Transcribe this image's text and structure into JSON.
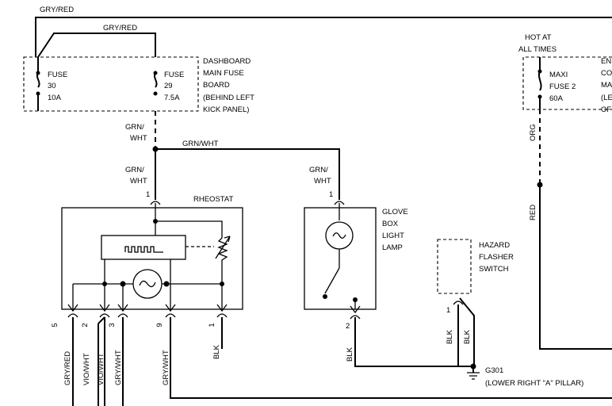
{
  "wires": {
    "top_left": "GRY/RED",
    "fuse_link": "GRY/RED",
    "grn_wht_1": "GRN/",
    "grn_wht_1b": "WHT",
    "grn_wht_2": "GRN/",
    "grn_wht_2b": "WHT",
    "grn_wht_branch": "GRN/WHT",
    "grn_wht_glove": "GRN/",
    "grn_wht_glove_b": "WHT",
    "org": "ORG",
    "red": "RED",
    "blk_lamp": "BLK",
    "blk_hazard_1": "BLK",
    "blk_hazard_2": "BLK",
    "bottom": [
      "GRY/RED",
      "VIO/WHT",
      "VIO/WHT",
      "GRY/WHT",
      "GRY/WHT",
      "BLK"
    ]
  },
  "fuses": {
    "f30_line1": "FUSE",
    "f30_line2": "30",
    "f30_line3": "10A",
    "f29_line1": "FUSE",
    "f29_line2": "29",
    "f29_line3": "7.5A",
    "board_1": "DASHBOARD",
    "board_2": "MAIN FUSE",
    "board_3": "BOARD",
    "board_4": "(BEHIND LEFT",
    "board_5": "KICK PANEL)",
    "hot_1": "HOT AT",
    "hot_2": "ALL TIMES",
    "maxi_1": "MAXI",
    "maxi_2": "FUSE 2",
    "maxi_3": "60A",
    "right_cut_1": "EN",
    "right_cut_2": "CO",
    "right_cut_3": "MA",
    "right_cut_4": "(LE",
    "right_cut_5": "OF"
  },
  "components": {
    "rheostat": "RHEOSTAT",
    "glove_1": "GLOVE",
    "glove_2": "BOX",
    "glove_3": "LIGHT",
    "glove_4": "LAMP",
    "hazard_1": "HAZARD",
    "hazard_2": "FLASHER",
    "hazard_3": "SWITCH",
    "ground_1": "G301",
    "ground_2": "(LOWER RIGHT \"A\" PILLAR)"
  },
  "pins": {
    "rheo_top": "1",
    "glove_top": "1",
    "glove_bot": "2",
    "hazard": "1",
    "rheo_5": "5",
    "rheo_2": "2",
    "rheo_3": "3",
    "rheo_9": "9",
    "rheo_1": "1"
  }
}
